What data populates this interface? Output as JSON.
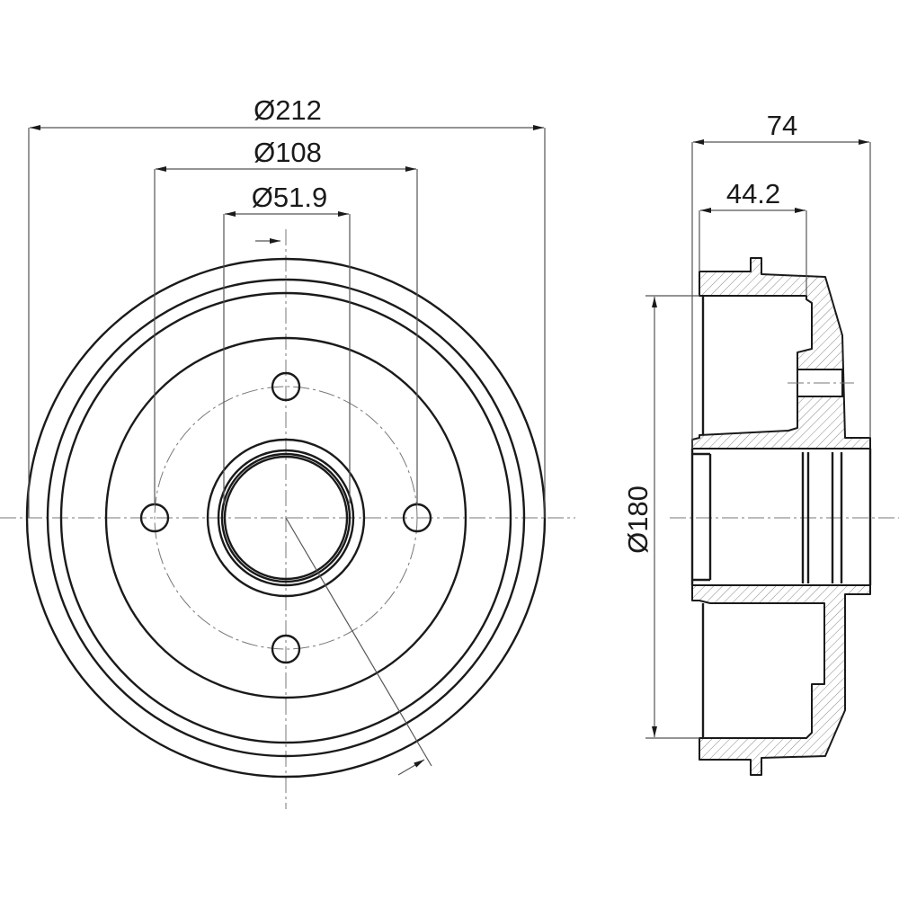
{
  "drawing": {
    "title": "Brake drum technical drawing",
    "front_view": {
      "dimensions": {
        "outer_diameter": "Ø212",
        "bolt_circle_diameter": "Ø108",
        "center_bore_diameter": "Ø51.9"
      },
      "bolt_hole_count": 4
    },
    "section_view": {
      "dimensions": {
        "overall_height": "74",
        "inner_depth": "44.2",
        "braking_surface_diameter": "Ø180"
      }
    },
    "colors": {
      "line": "#1a1a1a",
      "hatch": "#888888",
      "background": "#ffffff"
    }
  }
}
